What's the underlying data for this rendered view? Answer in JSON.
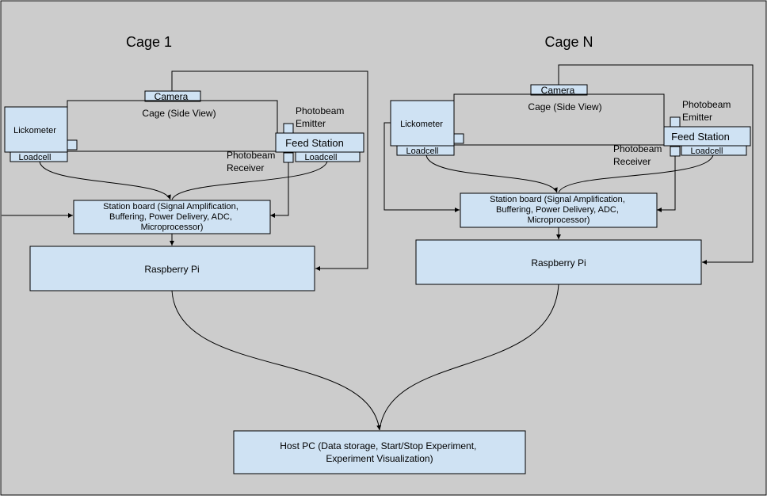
{
  "cage1": {
    "title": "Cage 1",
    "camera": "Camera",
    "cage": "Cage (Side View)",
    "lickometer": "Lickometer",
    "loadcell_left": "Loadcell",
    "photobeam_emitter": [
      "Photobeam",
      "Emitter"
    ],
    "feed_station": "Feed Station",
    "photobeam_receiver": [
      "Photobeam",
      "Receiver"
    ],
    "loadcell_right": "Loadcell",
    "station_board": [
      "Station board (Signal Amplification,",
      "Buffering, Power Delivery, ADC,",
      "Microprocessor)"
    ],
    "raspberry_pi": "Raspberry Pi"
  },
  "cageN": {
    "title": "Cage N",
    "camera": "Camera",
    "cage": "Cage (Side View)",
    "lickometer": "Lickometer",
    "loadcell_left": "Loadcell",
    "photobeam_emitter": [
      "Photobeam",
      "Emitter"
    ],
    "feed_station": "Feed Station",
    "photobeam_receiver": [
      "Photobeam",
      "Receiver"
    ],
    "loadcell_right": "Loadcell",
    "station_board": [
      "Station board (Signal Amplification,",
      "Buffering, Power Delivery, ADC,",
      "Microprocessor)"
    ],
    "raspberry_pi": "Raspberry Pi"
  },
  "host_pc": [
    "Host PC (Data storage, Start/Stop Experiment,",
    "Experiment Visualization)"
  ],
  "colors": {
    "box_fill": "#cfe2f3",
    "background": "#cccccc",
    "stroke": "#000000"
  }
}
